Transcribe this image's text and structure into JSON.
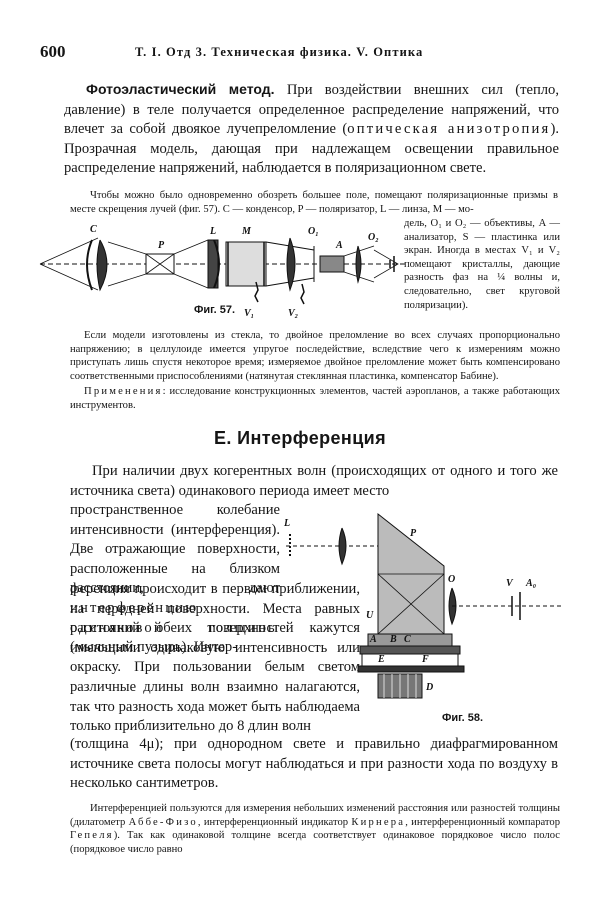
{
  "header": {
    "page_number": "600",
    "running_title": "Т. I. Отд 3. Техническая физика. V. Оптика"
  },
  "photoelastic": {
    "title": "Фотоэластический метод.",
    "text_before": " При воздействии внешних сил (тепло, давление) в теле получается определенное распределение напряжений, что влечет за собой двоякое лучепреломление (",
    "spaced_term": "оптическая анизотропия",
    "text_after": "). Прозрачная модель, дающая при надлежащем освещении правильное распределение напряжений, наблюдается в поляризационном свете."
  },
  "fig57_text": {
    "top": "Чтобы можно было одновременно обозреть большее поле, помещают поляризационные призмы в месте скрещения лучей (фиг. 57). C — конденсор, P — поляризатор, L — линза, M — мо-",
    "side": "дель, O₁ и O₂ — объективы, A — анализатор, S — пластинка или экран. Иногда в местах V₁ и V₂ помещают кристаллы, дающие разность фаз на ¼ волны и, следовательно, свет круговой поляризации).",
    "caption": "Фиг. 57.",
    "labels": {
      "C": "C",
      "P": "P",
      "L": "L",
      "M": "M",
      "O1": "O₁",
      "A": "A",
      "O2": "O₂",
      "V1": "V₁",
      "V2": "V₂"
    }
  },
  "glass_models": "Если модели изготовлены из стекла, то двойное преломление во всех случаях пропорционально напряжению; в целлулоиде имеется упругое последействие, вследствие чего к измерениям можно приступать лишь спустя некоторое время; измеряемое двойное преломление может быть компенсировано соответственными приспособлениями (натянутая стеклянная пластинка, компенсатор Бабине).",
  "applications": {
    "label": "Применения",
    "text": ": исследование конструкционных элементов, частей аэропланов, а также работающих инструментов."
  },
  "section": {
    "title": "Е. Интерференция"
  },
  "interference": {
    "line_a": "При наличии двух когерентных волн (происходящих от одного и того же источника света) одинакового периода имеет место",
    "line_b_before": "пространственное колебание интенсивности (интерференция). Две отражающие поверхности, расположенные на близком расстоянии, дают ",
    "spaced_1": "интерференцию одинаковой толщины",
    "line_b_after": " (мыльный пузырь). Интер-",
    "line_c": "ференция происходит в первом приближении, на передней поверхности. Места равных расстояний обеих поверхностей кажутся имеющими одинаковую интенсивность или окраску. При пользовании белым светом различные длины волн взаимно налагаются, так что разность хода может быть наблюдаема только приблизительно до 8 длин волн",
    "line_d": "(толщина 4μ); при однородном свете и правильно диафрагмированном источнике света полосы могут наблюдаться и при разности хода по воздуху в несколько сантиметров."
  },
  "fig58": {
    "caption": "Фиг. 58.",
    "labels": {
      "L": "L",
      "P": "P",
      "O": "O",
      "V": "V",
      "A0": "A₀",
      "U": "U",
      "A": "A",
      "B": "B",
      "C": "C",
      "E": "E",
      "F": "F",
      "D": "D"
    }
  },
  "interferometers": {
    "before": "Интерференцией пользуются для измерения небольших изменений расстояния или разностей толщины (дилатометр ",
    "name1": "Аббе-Физо",
    "mid1": ", интерференционный индикатор ",
    "name2": "Кирнера",
    "mid2": ", интерференционный компаратор ",
    "name3": "Гепеля",
    "after": "). Так как одинаковой толщине всегда соответствует одинаковое порядковое число полос (порядковое число равно"
  }
}
